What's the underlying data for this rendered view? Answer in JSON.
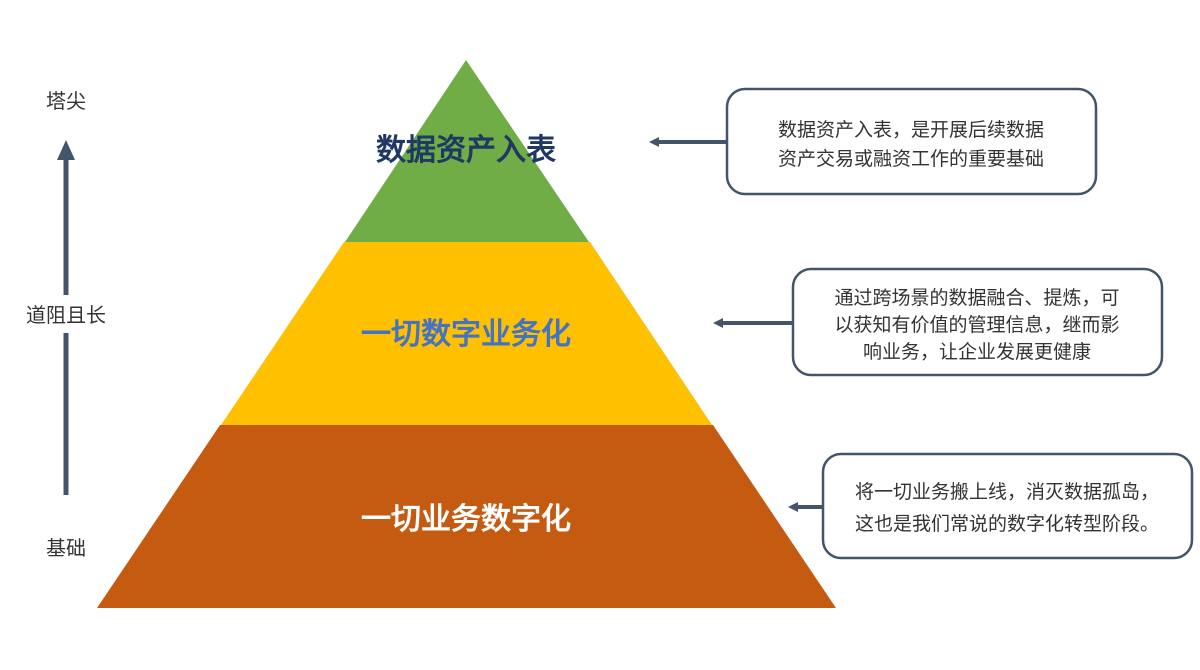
{
  "axis": {
    "top_label": "塔尖",
    "middle_label": "道阻且长",
    "bottom_label": "基础"
  },
  "tiers": [
    {
      "label": "数据资产入表",
      "fill_color": "#70AD47",
      "text_color": "#1F3864",
      "note_lines": [
        "数据资产入表，是开展后续数据",
        "资产交易或融资工作的重要基础"
      ]
    },
    {
      "label": "一切数字业务化",
      "fill_color": "#FFC000",
      "text_color": "#4472C4",
      "note_lines": [
        "通过跨场景的数据融合、提炼，可",
        "以获知有价值的管理信息，继而影",
        "响业务，让企业发展更健康"
      ]
    },
    {
      "label": "一切业务数字化",
      "fill_color": "#C55A11",
      "text_color": "#FFFFFF",
      "note_lines": [
        "将一切业务搬上线，消灭数据孤岛，",
        "这也是我们常说的数字化转型阶段。"
      ]
    }
  ],
  "colors": {
    "arrow": "#44546A",
    "note_border": "#44546A"
  }
}
